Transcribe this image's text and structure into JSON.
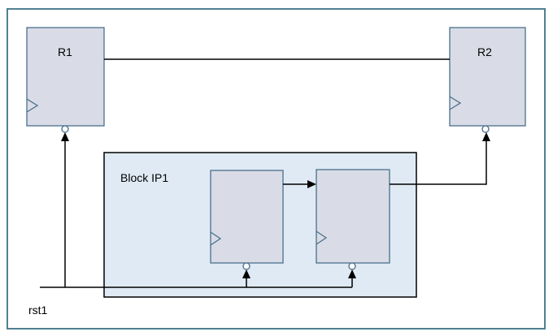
{
  "diagram": {
    "colors": {
      "frame_border": "#4f7f92",
      "register_fill": "#d9dce6",
      "register_border": "#4a6f8c",
      "block_fill": "#dfeaf5",
      "block_border": "#000000",
      "wire": "#000000"
    },
    "registers": [
      {
        "id": "r1",
        "label": "R1"
      },
      {
        "id": "r2",
        "label": "R2"
      },
      {
        "id": "ip-reg-a",
        "label": ""
      },
      {
        "id": "ip-reg-b",
        "label": ""
      }
    ],
    "block": {
      "label": "Block IP1"
    },
    "signal": {
      "label": "rst1"
    },
    "icons": {
      "clock": "clock-triangle-icon",
      "reset": "reset-bubble-icon",
      "arrow": "arrowhead-icon"
    }
  }
}
